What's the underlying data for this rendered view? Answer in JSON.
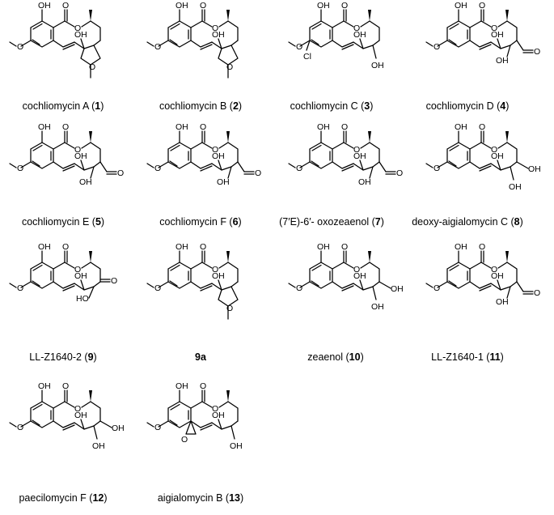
{
  "compounds": [
    {
      "label": "cochliomycin A (",
      "number": "1",
      "suffix": ")"
    },
    {
      "label": "cochliomycin B (",
      "number": "2",
      "suffix": ")"
    },
    {
      "label": "cochliomycin C (",
      "number": "3",
      "suffix": ")"
    },
    {
      "label": "cochliomycin D (",
      "number": "4",
      "suffix": ")"
    },
    {
      "label": "cochliomycin E (",
      "number": "5",
      "suffix": ")"
    },
    {
      "label": "cochliomycin F (",
      "number": "6",
      "suffix": ")"
    },
    {
      "label": "(7′E)-6′- oxozeaenol (",
      "number": "7",
      "suffix": ")"
    },
    {
      "label": "deoxy-aigialomycin C (",
      "number": "8",
      "suffix": ")"
    },
    {
      "label": "LL-Z1640-2 (",
      "number": "9",
      "suffix": ")"
    },
    {
      "label": "",
      "number": "9a",
      "suffix": ""
    },
    {
      "label": "zeaenol  (",
      "number": "10",
      "suffix": ")"
    },
    {
      "label": "LL-Z1640-1 (",
      "number": "11",
      "suffix": ")"
    },
    {
      "label": "paecilomycin F (",
      "number": "12",
      "suffix": ")"
    },
    {
      "label": "aigialomycin B  (",
      "number": "13",
      "suffix": ")"
    }
  ],
  "atoms": {
    "oh": "OH",
    "o": "O",
    "cl": "Cl",
    "ho": "HO"
  }
}
